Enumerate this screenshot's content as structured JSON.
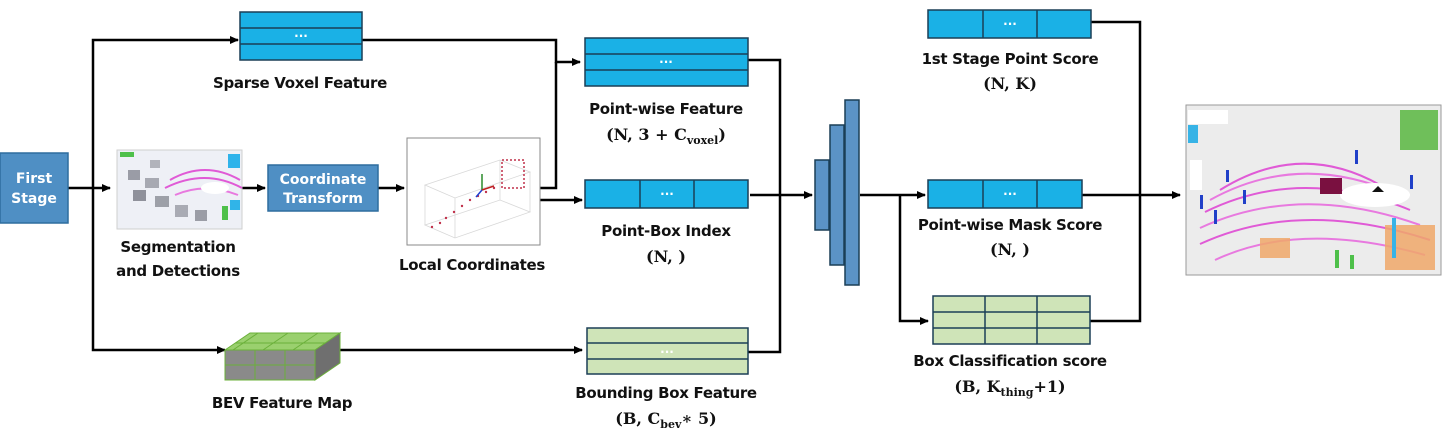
{
  "colors": {
    "feature_blue": "#1ab1e6",
    "feature_green": "#cfe4b8",
    "process_blue": "#4f8fc4",
    "decoder_blue": "#5b93c6",
    "arrow": "#000000"
  },
  "blocks": {
    "first_stage": "First\nStage",
    "coordinate_transform": "Coordinate\nTransform"
  },
  "labels": {
    "sparse_voxel_feature": "Sparse Voxel Feature",
    "segmentation": "Segmentation",
    "and_detections": "and Detections",
    "local_coordinates": "Local Coordinates",
    "bev_feature_map": "BEV Feature Map",
    "point_wise_feature": "Point-wise Feature",
    "point_box_index": "Point-Box Index",
    "bounding_box_feature": "Bounding Box Feature",
    "first_stage_point_score": "1st Stage Point Score",
    "point_wise_mask_score": "Point-wise Mask Score",
    "box_classification_score": "Box Classification score"
  },
  "dims": {
    "point_wise_feature": {
      "main": "(N, 3 + C",
      "sub": "voxel",
      "end": ")"
    },
    "point_box_index": "(N, )",
    "bounding_box_feature": {
      "main": "(B, C",
      "sub": "bev",
      "end": "∗ 5)"
    },
    "first_stage_point_score": "(N, K)",
    "point_wise_mask_score": "(N, )",
    "box_classification_score": {
      "main": "(B, K",
      "sub": "thing",
      "end": "+1)"
    }
  },
  "ellipsis": "···"
}
